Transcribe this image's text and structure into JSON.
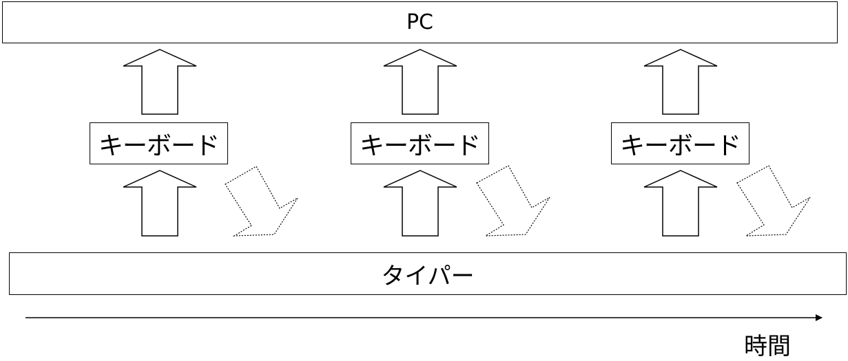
{
  "pc_label": "PC",
  "keyboard_label": "キーボード",
  "typer_label": "タイパー",
  "time_label": "時間"
}
